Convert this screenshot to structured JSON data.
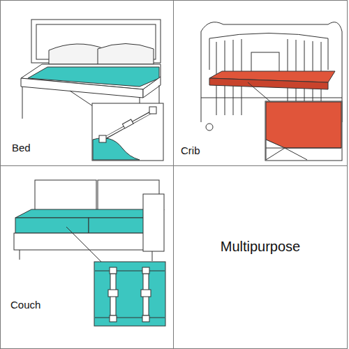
{
  "diagram": {
    "nodes": [
      {
        "text": [
          "Bed"
        ]
      },
      {
        "text": [
          "Crib"
        ]
      },
      {
        "text": [
          "Couch"
        ]
      },
      {
        "text": [
          "Multipurpose"
        ]
      }
    ]
  }
}
